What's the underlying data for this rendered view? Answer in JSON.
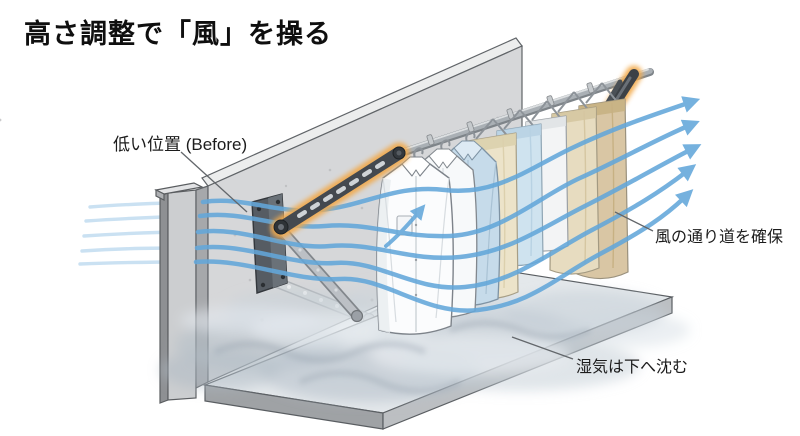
{
  "title": "高さ調整で「風」を操る",
  "annotations": {
    "before_position": "低い位置 (Before)",
    "wind_path": "風の通り道を確保",
    "moisture_sink": "湿気は下へ沈む"
  },
  "colors": {
    "wind_arrow_blue": "#63a7da",
    "wind_tail_blue": "#8cbde4",
    "highlight_orange": "#f2a94a",
    "arm_dark_gray": "#44494f",
    "ghost_gray": "#d3d7da",
    "wall_concrete": "#d6d7d9",
    "mist_gray_blue": "#b6c0ca",
    "floor_slab": "#e4e8eb",
    "title_black": "#0f0f0f"
  },
  "scene": {
    "wind_streamline_count": 5,
    "clothes_on_pole": [
      "white-shirt",
      "white-shirt",
      "light-blue-shirt",
      "cream-towel",
      "light-blue-towel",
      "white-towel",
      "beige-towel",
      "tan-towel"
    ]
  }
}
